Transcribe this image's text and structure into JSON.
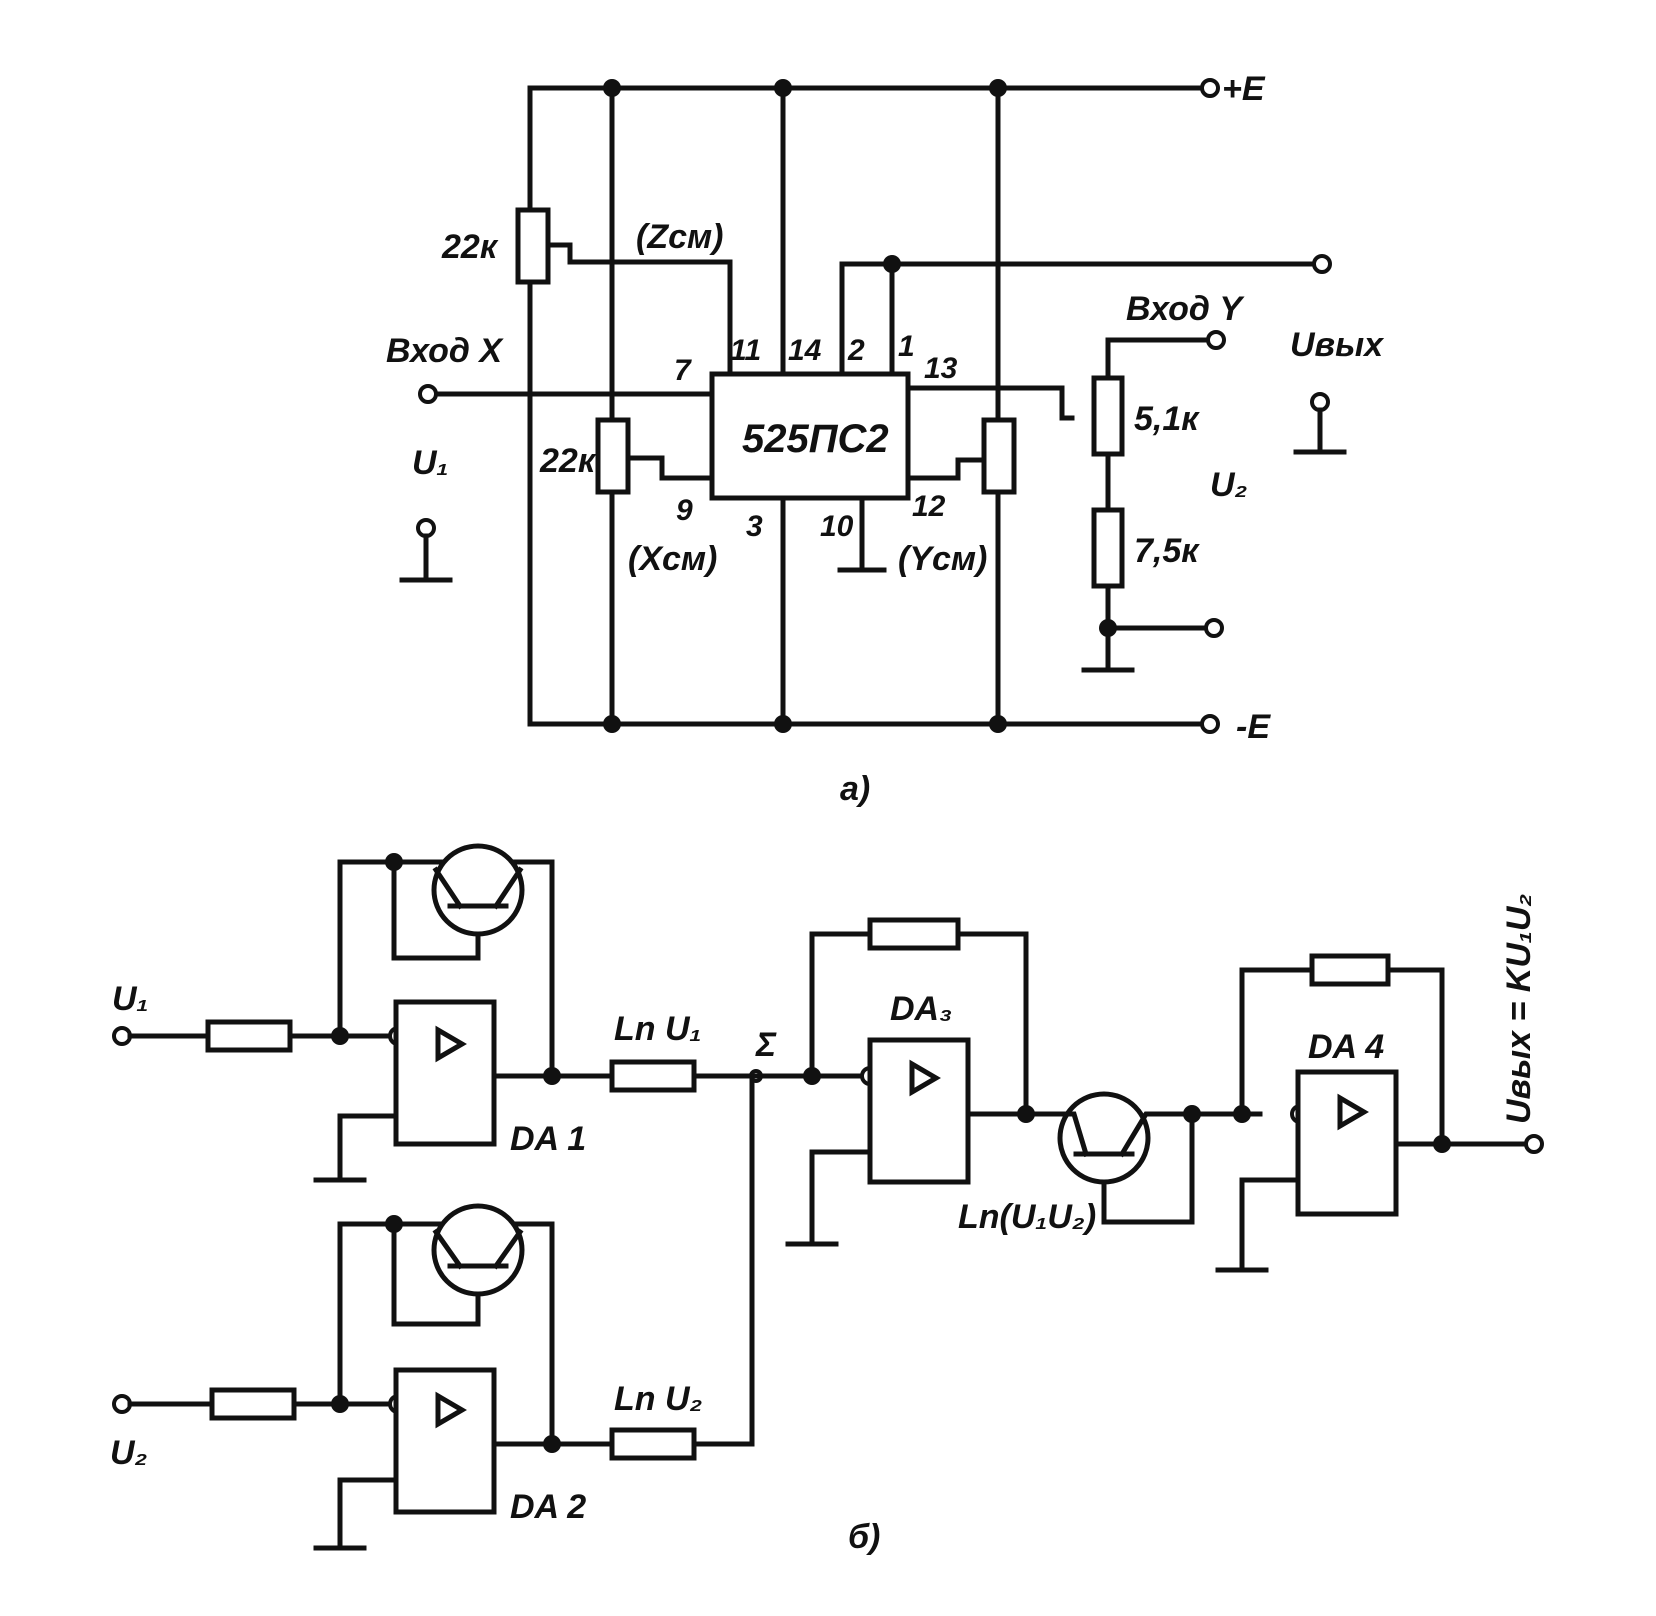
{
  "diagram_a": {
    "caption": "а)",
    "chip_label": "525ПС2",
    "supply_pos": "+E",
    "supply_neg": "-E",
    "input_x": "Вход X",
    "input_y": "Вход Y",
    "u1": "U₁",
    "u2": "U₂",
    "uout": "Uвых",
    "r_z": "22к",
    "r_x": "22к",
    "r_y1": "5,1к",
    "r_y2": "7,5к",
    "offset_z": "(Zсм)",
    "offset_x": "(Xсм)",
    "offset_y": "(Yсм)",
    "pins": {
      "p7": "7",
      "p11": "11",
      "p14": "14",
      "p2": "2",
      "p1": "1",
      "p13": "13",
      "p9": "9",
      "p3": "3",
      "p10": "10",
      "p12": "12"
    }
  },
  "diagram_b": {
    "caption": "б)",
    "u1": "U₁",
    "u2": "U₂",
    "ln_u1": "Ln U₁",
    "ln_u2": "Ln U₂",
    "sigma": "Σ",
    "ln_u1u2": "Ln(U₁U₂)",
    "da1": "DA 1",
    "da2": "DA 2",
    "da3": "DA₃",
    "da4": "DA 4",
    "output": "Uвых = KU₁U₂"
  }
}
